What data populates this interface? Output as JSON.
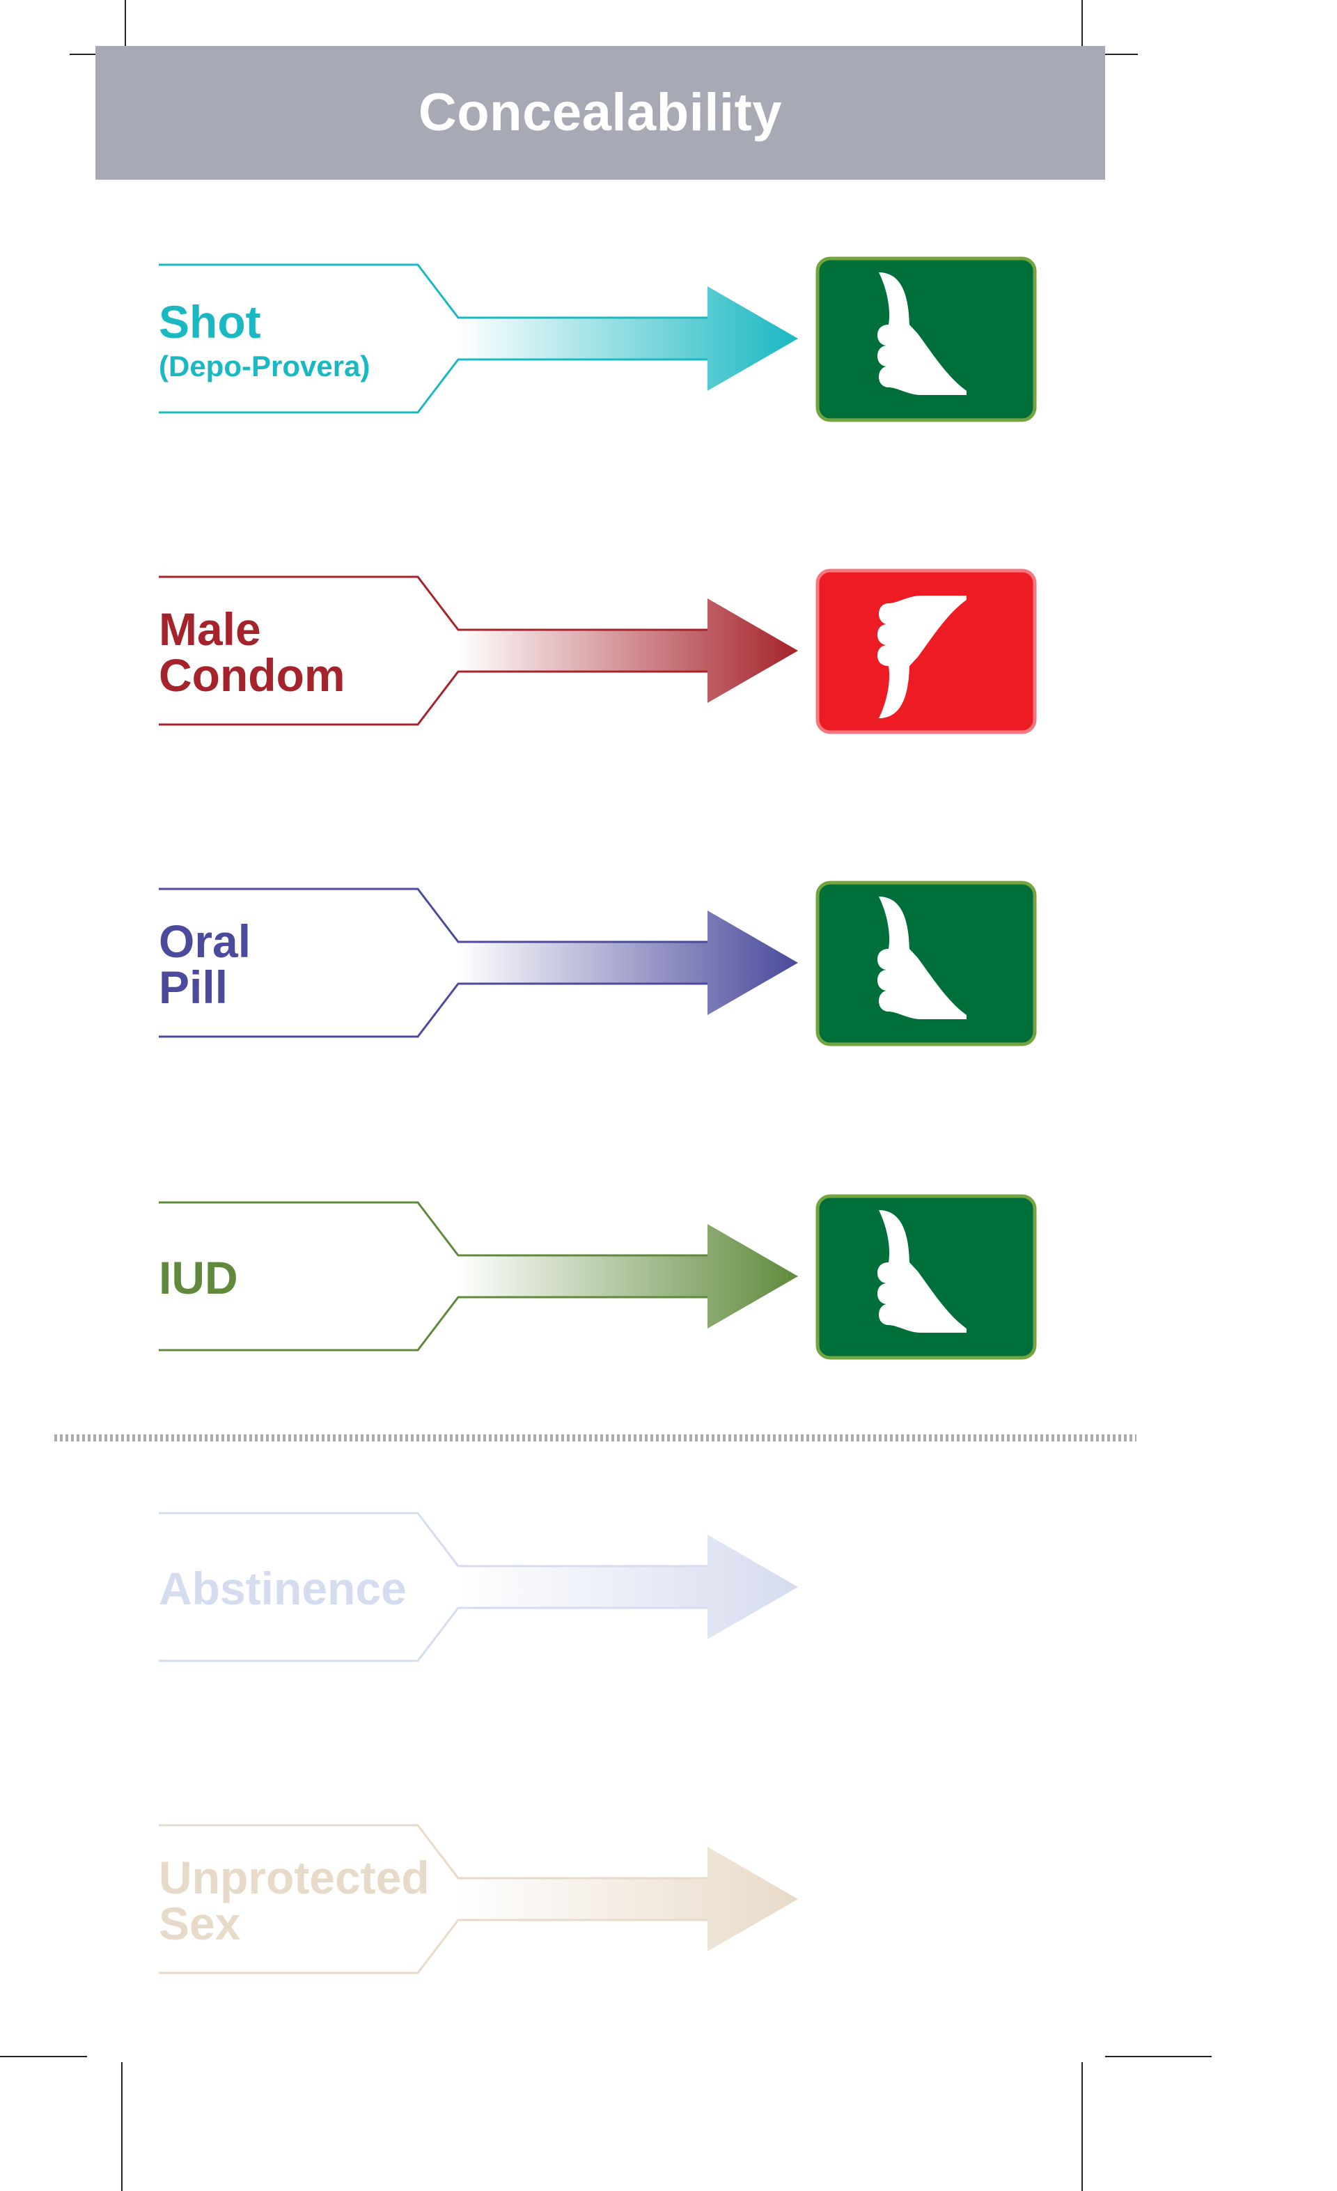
{
  "header": {
    "title": "Concealability",
    "background": "#a7a9b4",
    "text_color": "#ffffff"
  },
  "rows": [
    {
      "key": "shot",
      "line1": "Shot",
      "line2": "",
      "sub": "(Depo-Provera)",
      "color": "#1ab8c2",
      "verdict": "thumbs-up",
      "faded": false
    },
    {
      "key": "male-condom",
      "line1": "Male",
      "line2": "Condom",
      "sub": "",
      "color": "#a5232b",
      "verdict": "thumbs-down",
      "faded": false
    },
    {
      "key": "oral-pill",
      "line1": "Oral",
      "line2": "Pill",
      "sub": "",
      "color": "#4b4a9c",
      "verdict": "thumbs-up",
      "faded": false
    },
    {
      "key": "iud",
      "line1": "IUD",
      "line2": "",
      "sub": "",
      "color": "#5f8a3c",
      "verdict": "thumbs-up",
      "faded": false
    },
    {
      "key": "abstinence",
      "line1": "Abstinence",
      "line2": "",
      "sub": "",
      "color": "#d6dcef",
      "verdict": "none",
      "faded": true
    },
    {
      "key": "unprotected-sex",
      "line1": "Unprotected",
      "line2": "Sex",
      "sub": "",
      "color": "#e8dac8",
      "verdict": "none",
      "faded": true
    }
  ],
  "icons": {
    "up_fill": "#006f39",
    "up_border": "#74a43f",
    "down_fill": "#ed1c24",
    "down_border": "#f7777e"
  },
  "divider_color": "#a7a9b4"
}
